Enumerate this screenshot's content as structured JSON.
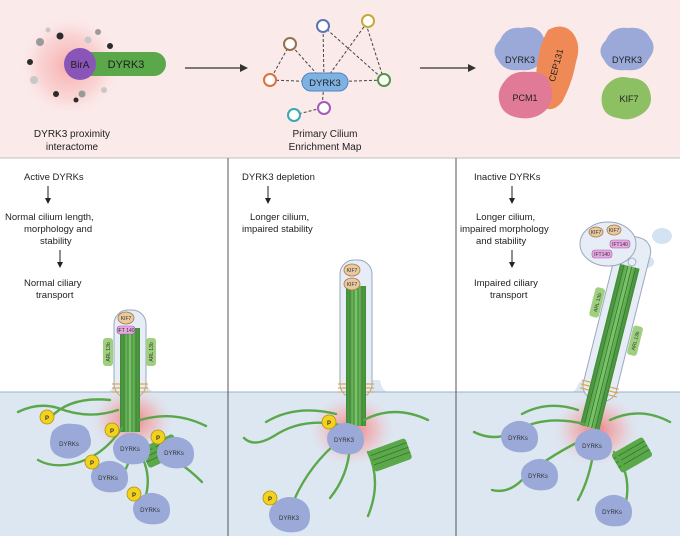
{
  "top": {
    "panel1": {
      "bira": "BirA",
      "dyrk3": "DYRK3",
      "caption_line1": "DYRK3 proximity",
      "caption_line2": "interactome"
    },
    "panel2": {
      "center": "DYRK3",
      "caption_line1": "Primary Cilium",
      "caption_line2": "Enrichment Map"
    },
    "panel3": {
      "dyrk3_a": "DYRK3",
      "cep131": "CEP131",
      "pcm1": "PCM1",
      "dyrk3_b": "DYRK3",
      "kif7": "KIF7"
    }
  },
  "panels": [
    {
      "title": "Active DYRKs",
      "step2": [
        "Normal cilium length,",
        "morphology and",
        "stability"
      ],
      "step3": [
        "Normal ciliary",
        "transport"
      ],
      "tip_labels": {
        "kif7": "KIF7",
        "ift140": "IFT 140",
        "arl13b_left": "ARL 13b",
        "arl13b_right": "ARL 13b"
      },
      "p_label": "P",
      "blobs": [
        "DYRKs",
        "DYRKs",
        "DYRKs",
        "DYRKs",
        "DYRKs"
      ]
    },
    {
      "title": "DYRK3 depletion",
      "step2": [
        "Longer cilium,",
        "impaired stability"
      ],
      "tip_labels": {
        "kif7_a": "KIF7",
        "kif7_b": "KIF7"
      },
      "p_label": "P",
      "blobs": [
        "DYRK3",
        "DYRK3"
      ]
    },
    {
      "title": "Inactive DYRKs",
      "step2": [
        "Longer cilium,",
        "impaired morphology",
        "and stability"
      ],
      "step3": [
        "Impaired ciliary",
        "transport"
      ],
      "tip_labels": {
        "kif7_a": "KIF7",
        "kif7_b": "KIF7",
        "ift140_a": "IFT140",
        "ift140_b": "IFT140",
        "arl13b_a": "ARL 13b",
        "arl13b_b": "ARL 13b"
      },
      "blobs": [
        "DYRKs",
        "DYRKs",
        "DYRKs",
        "DYRKs"
      ]
    }
  ],
  "colors": {
    "top_bg": "#fbeaea",
    "cell_bg": "#dde7f2",
    "cilium_green": "#5aa84a",
    "dyrk_blue": "#9aa9d8",
    "p_yellow": "#f3d21e",
    "glow_red": "#f58a8a",
    "bira_purple": "#8a55b8",
    "cep_orange": "#ef8a56",
    "pcm_pink": "#e07a97",
    "kif_green": "#8cc063"
  }
}
